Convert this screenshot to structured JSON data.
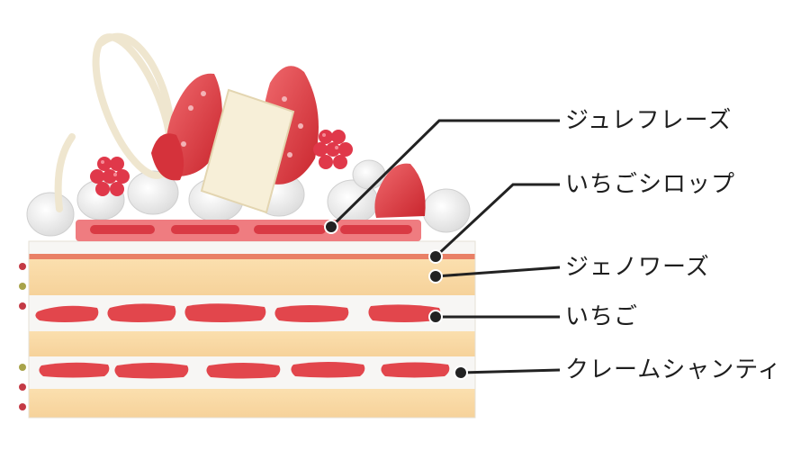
{
  "labels": [
    "ジュレフレーズ",
    "いちごシロップ",
    "ジェノワーズ",
    "いちご",
    "クレームシャンティ"
  ],
  "colors": {
    "sponge": "#f9d9a4",
    "cream": "#f7f6f4",
    "strawberry": "#e2464c",
    "syrup": "#e98066",
    "jelly": "#ef7c80",
    "chocolate": "#f7efd8",
    "leader": "#222222"
  }
}
